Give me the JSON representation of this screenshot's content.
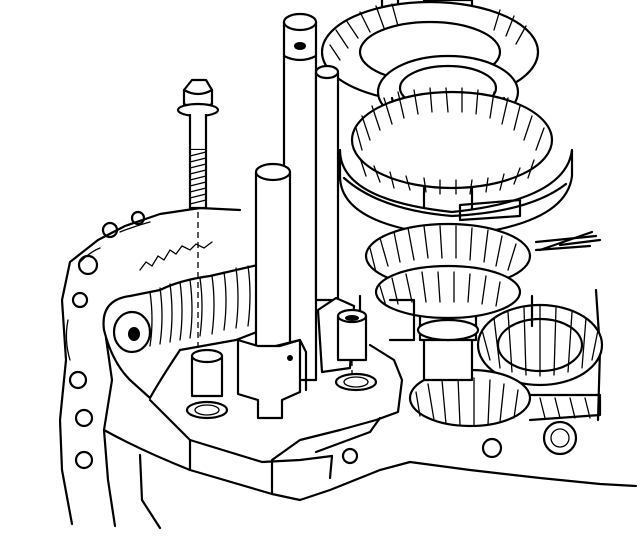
{
  "figure": {
    "background": "#ffffff",
    "line_color": "#000000"
  },
  "parts": [
    {
      "id": "housing",
      "icon": "transmission-case-outline"
    },
    {
      "id": "mainshaft",
      "icon": "gear-shaft"
    },
    {
      "id": "upper-gear",
      "icon": "helical-gear"
    },
    {
      "id": "bearing",
      "icon": "roller-bearing"
    },
    {
      "id": "synchro-sleeve",
      "icon": "synchronizer-ring"
    },
    {
      "id": "lower-gear-cluster",
      "icon": "helical-gear-cluster"
    },
    {
      "id": "shift-shafts",
      "icon": "shift-rail"
    },
    {
      "id": "detent-bolt",
      "icon": "flange-bolt"
    },
    {
      "id": "bolt-bushing",
      "icon": "sleeve-bushing"
    },
    {
      "id": "right-bushing",
      "icon": "sleeve-bushing"
    },
    {
      "id": "shift-lever",
      "icon": "shift-lever-arm"
    },
    {
      "id": "countershaft-gear",
      "icon": "spur-gear"
    }
  ]
}
